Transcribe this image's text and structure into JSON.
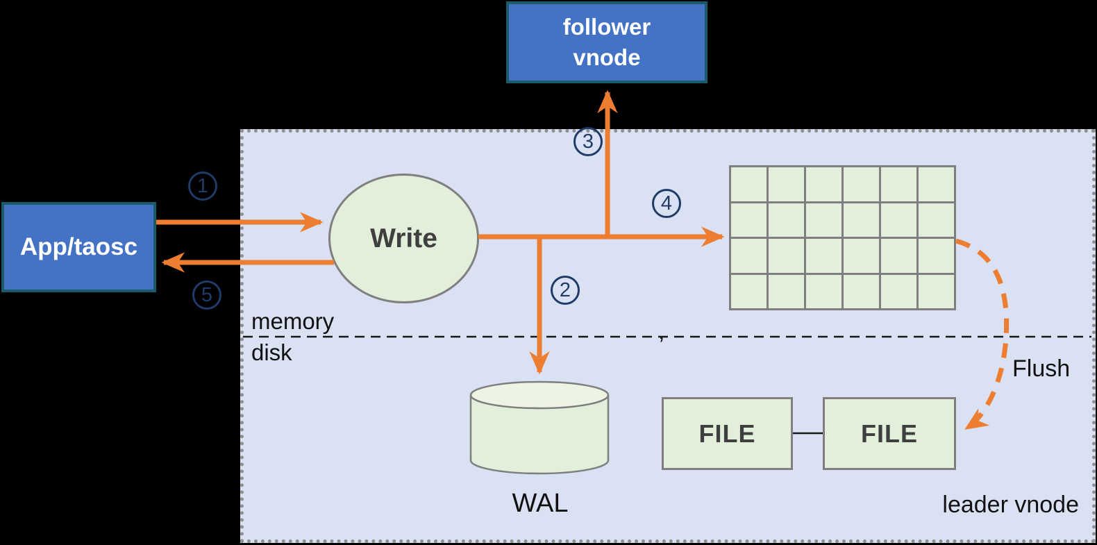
{
  "colors": {
    "orange": "#ED7D31",
    "navy": "#1F3B67",
    "blue": "#4472C4",
    "teal_border": "#1B5A6B",
    "green_fill": "#E2EFDA",
    "green_fill_light": "#EDF4E4",
    "gray_border": "#7F7F7F",
    "panel_fill": "#D9E1F2",
    "background": "#000000"
  },
  "nodes": {
    "follower_vnode": {
      "label": "follower\nvnode"
    },
    "app_taosc": {
      "label": "App/taosc"
    },
    "write": {
      "label": "Write"
    },
    "file_left": {
      "label": "FILE"
    },
    "file_right": {
      "label": "FILE"
    }
  },
  "labels": {
    "memory": "memory",
    "disk": "disk",
    "wal": "WAL",
    "flush": "Flush",
    "leader_vnode": "leader vnode",
    "stray_comma": ","
  },
  "steps": [
    "1",
    "2",
    "3",
    "4",
    "5"
  ],
  "grid": {
    "rows": 4,
    "cols": 6
  }
}
